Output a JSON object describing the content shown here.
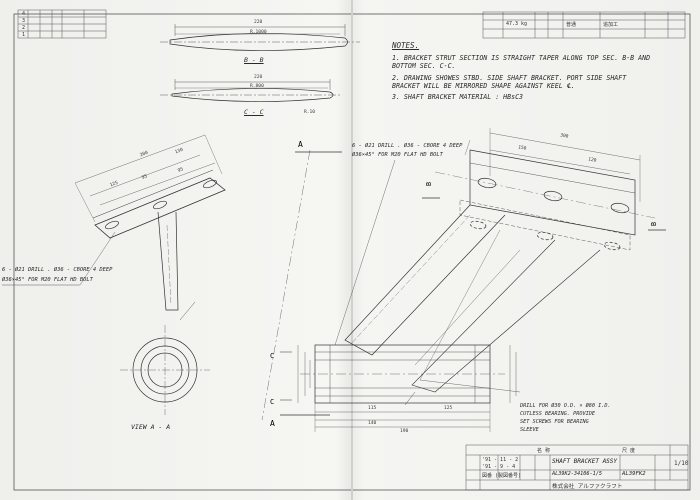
{
  "revision_block": {
    "marks": [
      "4",
      "3",
      "2",
      "1"
    ]
  },
  "material_block": {
    "weight": "47.3 kg",
    "grade": "普通",
    "remark": "追加工"
  },
  "notes": {
    "heading": "NOTES.",
    "lines": [
      "1. BRACKET STRUT SECTION IS STRAIGHT TAPER ALONG TOP SEC. B-B AND",
      "   BOTTOM SEC. C-C.",
      "2. DRAWING SHOWES STBD. SIDE SHAFT BRACKET. PORT SIDE SHAFT",
      "   BRACKET WILL BE MIRRORED SHAPE AGAINST KEEL ℄.",
      "3. SHAFT BRACKET MATERIAL : HBsC3"
    ]
  },
  "sections": {
    "bb_label": "B - B",
    "cc_label": "C - C",
    "bb_top": "220",
    "bb_inner": "R.1000",
    "cc_top": "220",
    "cc_inner": "R.800",
    "cc_tip": "R.10"
  },
  "view_aa": {
    "label": "VIEW A - A",
    "drill_note_1": "6 - Ø21 DRILL . Ø36 - CBORE 4 DEEP",
    "drill_note_2": "Ø36×45° FOR M20 FLAT HD BOLT",
    "dims": [
      "200",
      "130",
      "95",
      "125",
      "95"
    ]
  },
  "right_view": {
    "drill_note_1": "6 - Ø21 DRILL . Ø36 - CBORE 4 DEEP",
    "drill_note_2": "Ø36×45° FOR M20 FLAT HD BOLT",
    "dims": [
      "300",
      "150",
      "120"
    ],
    "boss_note_1": "DRILL FOR Ø30 O.D. × Ø80 I.D.",
    "boss_note_2": "CUTLESS BEARING. PROVIDE",
    "boss_note_3": "SET SCREWS FOR BEARING",
    "boss_note_4": "SLEEVE",
    "boss_dims": [
      "115",
      "125",
      "140",
      "190"
    ],
    "section_marks": [
      "A",
      "A",
      "B",
      "B",
      "C",
      "C"
    ]
  },
  "title_block": {
    "name_label": "名 称",
    "title": "SHAFT BRACKET ASSY",
    "scale_label": "尺 度",
    "sheet": "1/10",
    "drawing_no_label": "図番 (製図番号)",
    "drawing_no": "AL39K2-34106-1/5",
    "model": "AL39FK2",
    "date_1": "'91 - 11 - 2",
    "date_2": "'91 - 9 - 4",
    "company": "株式会社 アルファクラフト"
  }
}
